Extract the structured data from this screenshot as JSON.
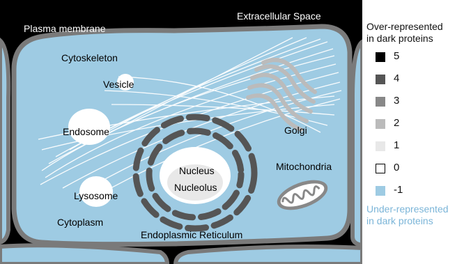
{
  "labels": {
    "extracellular": "Extracellular Space",
    "plasma_membrane": "Plasma membrane",
    "cytoskeleton": "Cytoskeleton",
    "vesicle": "Vesicle",
    "endosome": "Endosome",
    "golgi": "Golgi",
    "nucleus": "Nucleus",
    "nucleolus": "Nucleolus",
    "mitochondria": "Mitochondria",
    "lysosome": "Lysosome",
    "cytoplasm": "Cytoplasm",
    "er": "Endoplasmic Reticulum"
  },
  "legend": {
    "title_line1": "Over-represented",
    "title_line2": "in dark proteins",
    "items": [
      {
        "value": "5",
        "color": "#000000"
      },
      {
        "value": "4",
        "color": "#555555"
      },
      {
        "value": "3",
        "color": "#888888"
      },
      {
        "value": "2",
        "color": "#bbbbbb"
      },
      {
        "value": "1",
        "color": "#e8e8e8"
      },
      {
        "value": "0",
        "color": "#ffffff"
      },
      {
        "value": "-1",
        "color": "#9ecbe3"
      }
    ],
    "foot_line1": "Under-represented",
    "foot_line2": "in dark proteins",
    "foot_color": "#7bb5d8"
  },
  "colors": {
    "extracellular": "#000000",
    "membrane": "#7a7a7a",
    "cytoplasm": "#9ecbe3",
    "er": "#555555",
    "golgi": "#bbbbbb",
    "nucleus_fill": "#ffffff",
    "nucleolus_fill": "#e8e8e8",
    "mito_outer": "#888888",
    "cytoskeleton": "#ffffff"
  }
}
